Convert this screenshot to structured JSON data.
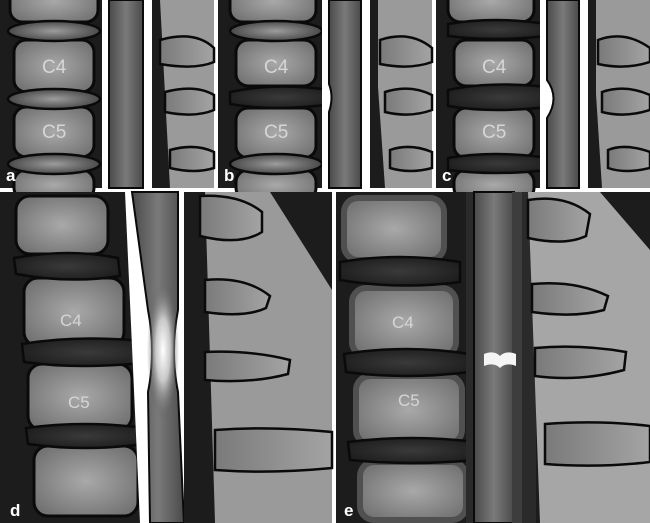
{
  "figure": {
    "panels": [
      {
        "letter": "a",
        "vertebrae": [
          "C4",
          "C5"
        ]
      },
      {
        "letter": "b",
        "vertebrae": [
          "C4",
          "C5"
        ]
      },
      {
        "letter": "c",
        "vertebrae": [
          "C4",
          "C5"
        ]
      },
      {
        "letter": "d",
        "vertebrae": [
          "C4",
          "C5"
        ]
      },
      {
        "letter": "e",
        "vertebrae": [
          "C4",
          "C5"
        ]
      }
    ],
    "colors": {
      "background": "#1a1a1a",
      "vertebra": "#8c8c8c",
      "disc": "#2f2f2f",
      "cord": "#5e5e5e",
      "csf": "#ffffff",
      "soft_tissue": "#9e9e9e",
      "outline": "#0a0a0a",
      "signal": "#f5f5f5"
    }
  }
}
